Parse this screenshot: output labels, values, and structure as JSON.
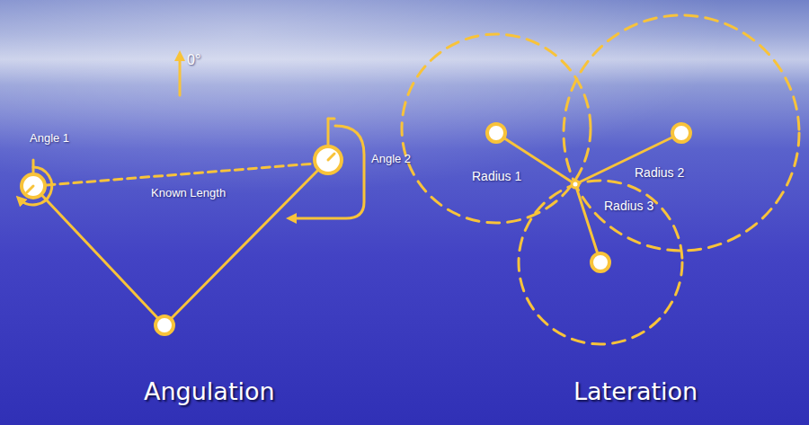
{
  "diagram": {
    "labels": [
      "0°",
      "Angle 1",
      "Known Length",
      "Angle 2",
      "Radius 1",
      "Radius 2",
      "Radius 3",
      "Angulation",
      "Lateration"
    ]
  }
}
